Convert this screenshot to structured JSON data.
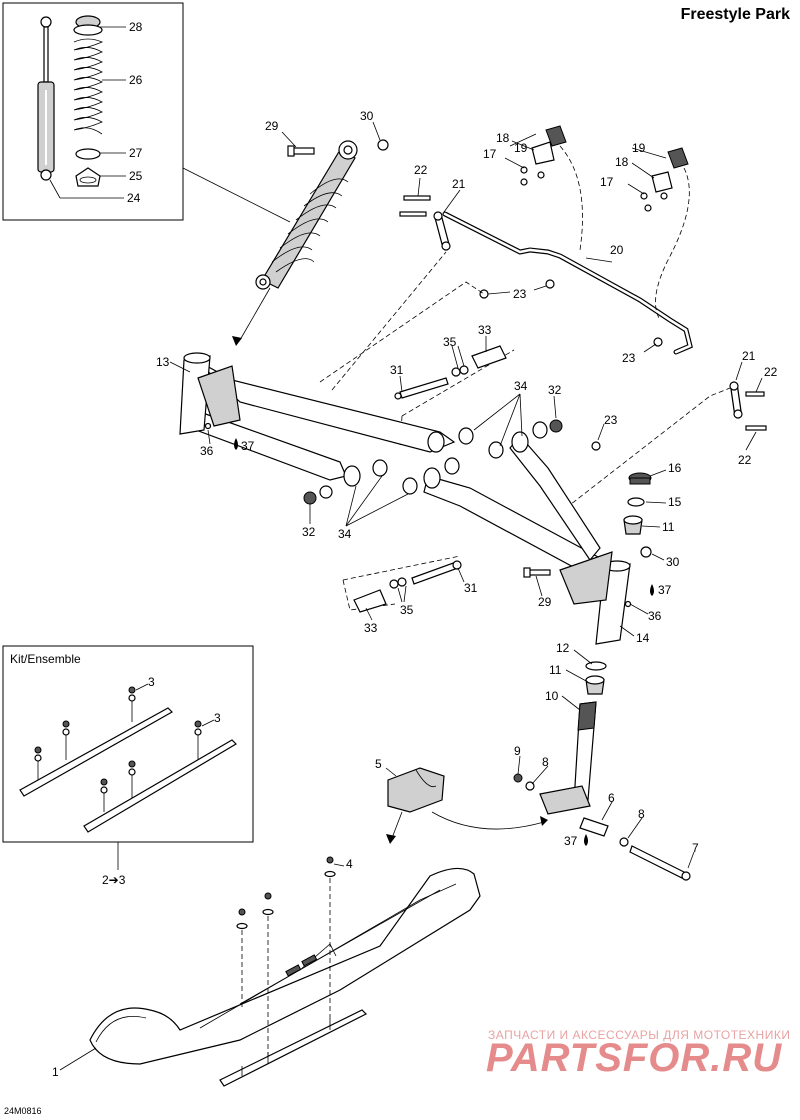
{
  "title": "Freestyle Park",
  "drawing_ref": "24M0816",
  "kit_box": {
    "label": "Kit/Ensemble",
    "range": "2➔3"
  },
  "watermark": {
    "line1": "ЗАПЧАСТИ И АКСЕССУАРЫ ДЛЯ МОТОТЕХНИКИ",
    "line2": "PARTSFOR.RU"
  },
  "callouts": {
    "c28": "28",
    "c26": "26",
    "c27": "27",
    "c25": "25",
    "c24": "24",
    "c29a": "29",
    "c30a": "30",
    "c19a": "19",
    "c18a": "18",
    "c17a": "17",
    "c19b": "19",
    "c18b": "18",
    "c17b": "17",
    "c22a": "22",
    "c21a": "21",
    "c20": "20",
    "c23a": "23",
    "c23b": "23",
    "c21b": "21",
    "c22b": "22",
    "c22c": "22",
    "c13": "13",
    "c33a": "33",
    "c35a": "35",
    "c31a": "31",
    "c34a": "34",
    "c32a": "32",
    "c23c": "23",
    "c36a": "36",
    "c37a": "37",
    "c16": "16",
    "c15": "15",
    "c11a": "11",
    "c32b": "32",
    "c34b": "34",
    "c30b": "30",
    "c31b": "31",
    "c29b": "29",
    "c37b": "37",
    "c36b": "36",
    "c35b": "35",
    "c33b": "33",
    "c14": "14",
    "c12": "12",
    "c11b": "11",
    "c10": "10",
    "c9": "9",
    "c8a": "8",
    "c6": "6",
    "c8b": "8",
    "c37c": "37",
    "c7": "7",
    "c5": "5",
    "c3a": "3",
    "c3b": "3",
    "c4": "4",
    "c1": "1"
  }
}
